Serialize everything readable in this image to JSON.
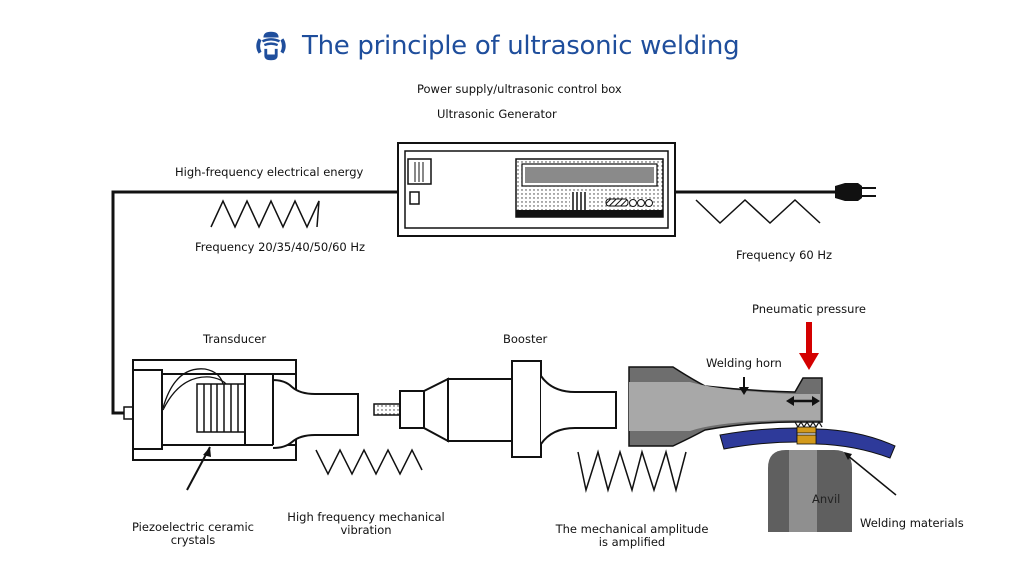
{
  "title": "The principle of ultrasonic welding",
  "brand_color": "#1f4e9c",
  "icons": {
    "title": "ultrasonic-logo-icon",
    "plug": "power-plug-icon"
  },
  "labels": {
    "power_supply": "Power supply/ultrasonic control box",
    "generator": "Ultrasonic Generator",
    "hf_energy": "High-frequency electrical energy",
    "freq_output": "Frequency 20/35/40/50/60 Hz",
    "freq_input": "Frequency 60 Hz",
    "transducer": "Transducer",
    "booster": "Booster",
    "pneumatic": "Pneumatic pressure",
    "welding_horn": "Welding horn",
    "piezo_line1": "Piezoelectric ceramic",
    "piezo_line2": "crystals",
    "hf_vibration_line1": "High frequency mechanical",
    "hf_vibration_line2": "vibration",
    "amplitude_line1": "The mechanical amplitude",
    "amplitude_line2": "is amplified",
    "anvil": "Anvil",
    "welding_materials": "Welding materials"
  },
  "colors": {
    "pressure_arrow": "#d40000",
    "workpiece": "#2e3a9a",
    "weld_joint": "#d39a1c",
    "horn_light": "#a8a8a8",
    "horn_dark": "#6e6e6e",
    "anvil_dark": "#5f5f5f",
    "anvil_light": "#8f8f8f"
  }
}
